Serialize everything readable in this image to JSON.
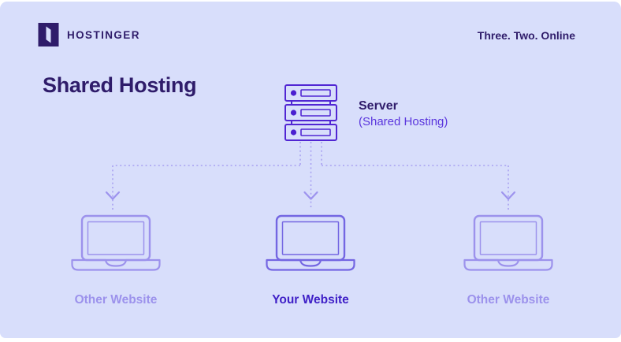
{
  "header": {
    "brand": "HOSTINGER",
    "tagline": "Three. Two. Online"
  },
  "diagram": {
    "title": "Shared Hosting",
    "server": {
      "label": "Server",
      "sublabel": "(Shared Hosting)"
    },
    "websites": [
      {
        "label": "Other Website",
        "highlight": false
      },
      {
        "label": "Your Website",
        "highlight": true
      },
      {
        "label": "Other Website",
        "highlight": false
      }
    ]
  },
  "icons": {
    "logo": "hostinger-h-logo",
    "server": "server-rack-icon",
    "laptop": "laptop-icon",
    "connector": "dotted-arrow-down"
  },
  "colors": {
    "page_edge": "#ffffff",
    "background": "#d8defb",
    "dark_text": "#2f1c6a",
    "accent": "#5126d3",
    "accent_text": "#5a35dd",
    "highlight_text": "#3f20c7",
    "muted_purple": "#9c92ec",
    "center_laptop": "#7466e2",
    "connector": "#a8a1f1",
    "arrowhead": "#9d93ee"
  }
}
